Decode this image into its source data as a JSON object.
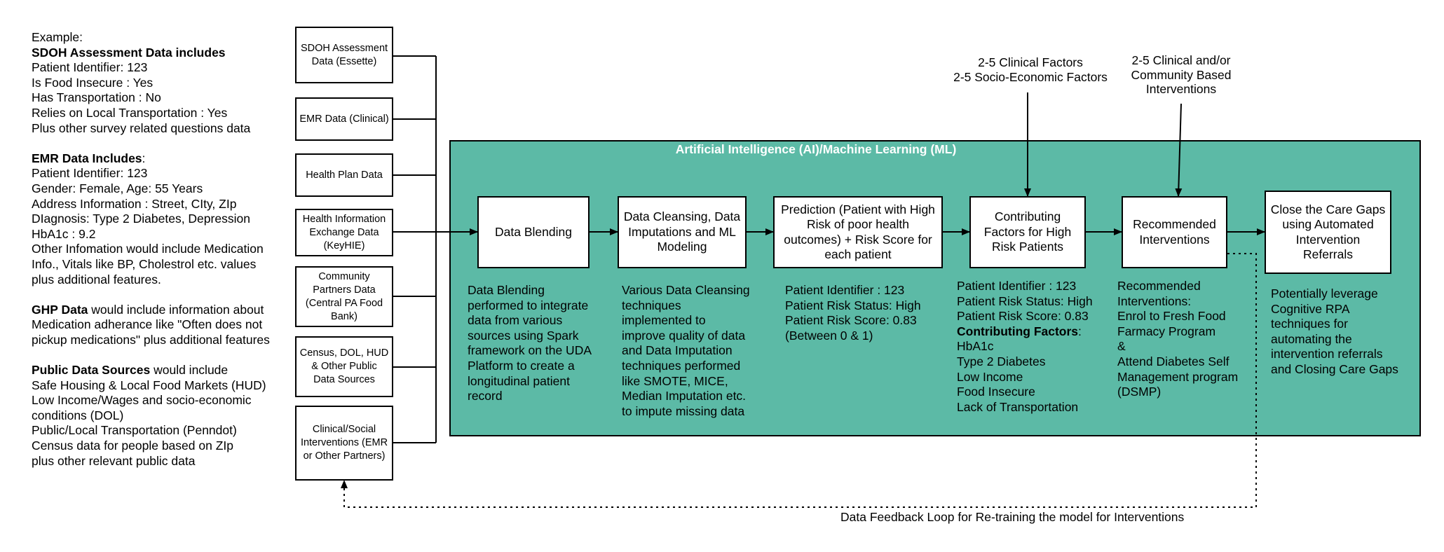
{
  "example": {
    "l1": "Example:",
    "sdoh_heading": "SDOH Assessment Data includes",
    "sdoh": [
      "Patient Identifier: 123",
      "Is Food Insecure : Yes",
      "Has Transportation : No",
      "Relies on Local Transportation : Yes",
      "Plus other survey related questions data"
    ],
    "emr_heading": "EMR Data Includes",
    "emr_colon": ":",
    "emr": [
      "Patient Identifier: 123",
      "Gender: Female, Age: 55 Years",
      "Address Information : Street, CIty, ZIp",
      "DIagnosis: Type 2 Diabetes, Depression",
      "HbA1c : 9.2",
      "Other Infomation would include Medication",
      "Info., Vitals like BP, Cholestrol etc. values",
      "plus additional features."
    ],
    "ghp_heading": "GHP Data",
    "ghp_rest": " would include information about",
    "ghp": [
      "Medication adherance like \"Often does not",
      "pickup medications\" plus additional features"
    ],
    "public_heading": "Public Data Sources",
    "public_rest": " would include",
    "public": [
      "Safe Housing & Local Food Markets (HUD)",
      "Low Income/Wages and socio-economic",
      "conditions (DOL)",
      "Public/Local Transportation (Penndot)",
      "Census data for people based on ZIp",
      "plus other relevant public data"
    ]
  },
  "sources": [
    "SDOH Assessment Data (Essette)",
    "EMR Data (Clinical)",
    "Health Plan Data",
    "Health Information Exchange Data (KeyHIE)",
    "Community Partners Data (Central PA Food Bank)",
    "Census, DOL, HUD & Other Public Data Sources",
    "Clinical/Social Interventions (EMR or Other Partners)"
  ],
  "panel_title": "Artificial Intelligence (AI)/Machine Learning (ML)",
  "steps": [
    "Data Blending",
    "Data Cleansing, Data Imputations and ML Modeling",
    "Prediction (Patient with High Risk of poor health outcomes) + Risk Score for each patient",
    "Contributing Factors for High Risk Patients",
    "Recommended Interventions",
    "Close the Care Gaps using Automated Intervention Referrals"
  ],
  "descriptions": {
    "blending": [
      "Data Blending",
      "performed to integrate",
      "data from various",
      "sources using Spark",
      "framework on the UDA",
      "Platform to create a",
      "longitudinal patient",
      "record"
    ],
    "cleansing": [
      "Various Data Cleansing",
      "techniques",
      "implemented to",
      "improve quality of data",
      "and Data Imputation",
      "techniques performed",
      "like SMOTE, MICE,",
      "Median Imputation etc.",
      "to impute missing data"
    ],
    "prediction": [
      "Patient Identifier : 123",
      "Patient Risk Status: High",
      "Patient Risk Score: 0.83",
      "(Between 0 & 1)"
    ],
    "factors": [
      "Patient Identifier : 123",
      "Patient Risk Status: High",
      "Patient Risk Score: 0.83"
    ],
    "factors_heading": "Contributing Factors",
    "factors_colon": ":",
    "factors_list": [
      "HbA1c",
      "Type 2 Diabetes",
      "Low Income",
      "Food Insecure",
      "Lack of Transportation"
    ],
    "interventions": [
      "Recommended",
      "Interventions:",
      "Enrol to Fresh Food",
      "Farmacy Program",
      "&",
      "Attend Diabetes Self",
      "Management program",
      "(DSMP)"
    ],
    "close": [
      "Potentially leverage",
      "Cognitive RPA",
      "techniques for",
      "automating the",
      "intervention referrals",
      "and Closing Care Gaps"
    ]
  },
  "top_labels": {
    "factors": [
      "2-5 Clinical Factors",
      "2-5 Socio-Economic Factors"
    ],
    "interventions": [
      "2-5 Clinical and/or",
      "Community Based",
      "Interventions"
    ]
  },
  "feedback_label": "Data Feedback Loop for Re-training the model for Interventions",
  "colors": {
    "panel": "#5cbaa6",
    "panel_title": "#ffffff",
    "line": "#000000"
  }
}
